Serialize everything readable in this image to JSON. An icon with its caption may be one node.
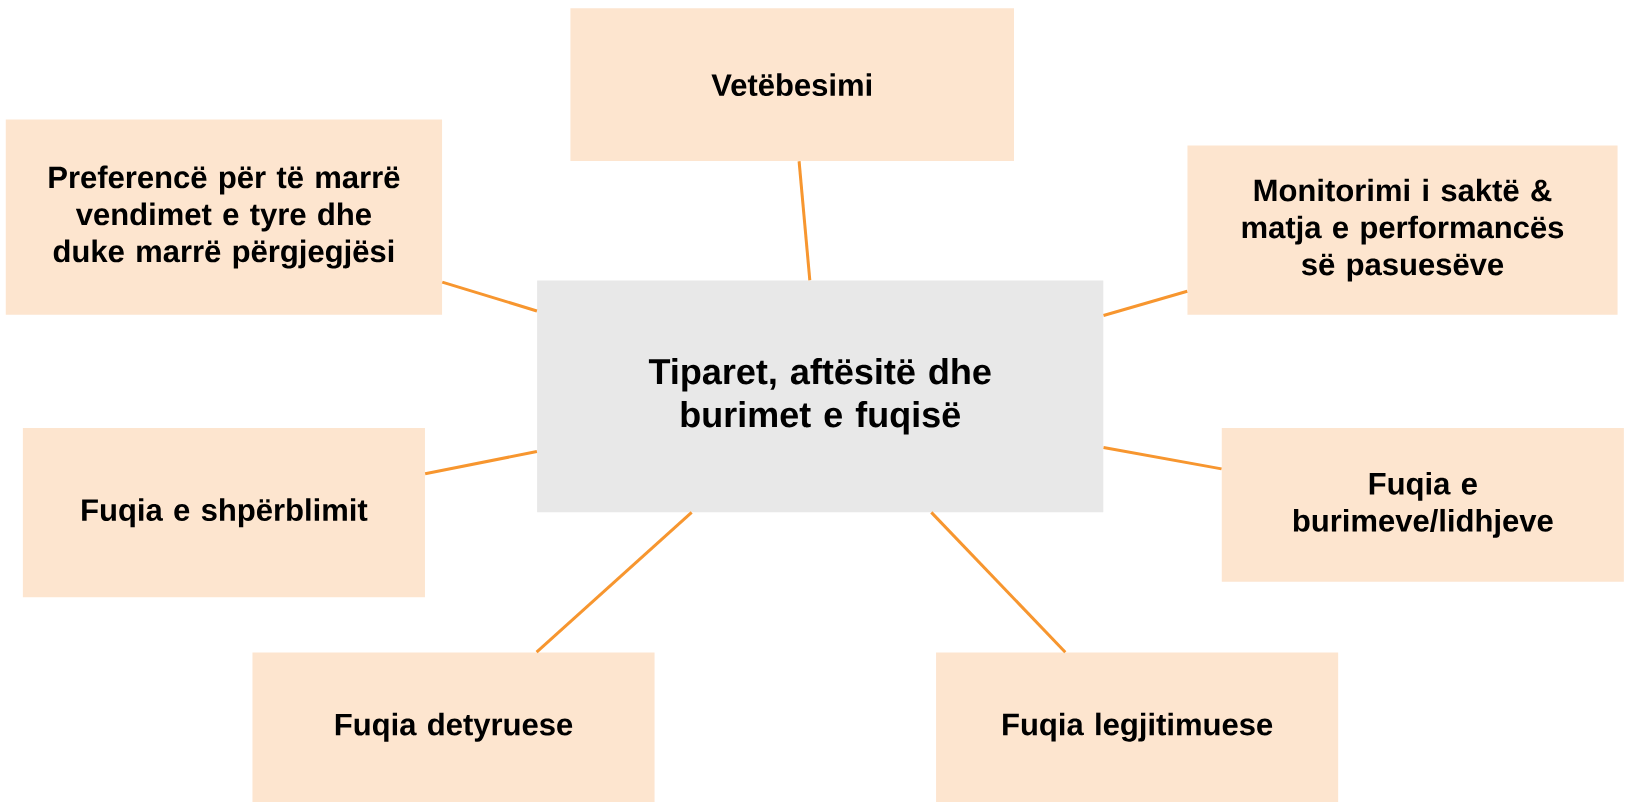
{
  "diagram": {
    "nodes": [
      {
        "text": [
          "Tiparet, aftësitë dhe burimet e fuqisë"
        ]
      },
      {
        "text": [
          "Vetëbesimi"
        ]
      },
      {
        "text": [
          "Preferencë për të marrë vendimet e tyre dhe duke marrë përgjegjësi"
        ]
      },
      {
        "text": [
          "Monitorimi i saktë & matja e performancës së pasuesëve"
        ]
      },
      {
        "text": [
          "Fuqia e shpërblimit"
        ]
      },
      {
        "text": [
          "Fuqia e burimeve/lidhjeve"
        ]
      },
      {
        "text": [
          "Fuqia detyruese"
        ]
      },
      {
        "text": [
          "Fuqia legjitimuese"
        ]
      }
    ],
    "edges": [
      {
        "from": 0,
        "to": 1,
        "arrow": "none"
      },
      {
        "from": 0,
        "to": 2,
        "arrow": "none"
      },
      {
        "from": 0,
        "to": 3,
        "arrow": "none"
      },
      {
        "from": 0,
        "to": 4,
        "arrow": "none"
      },
      {
        "from": 0,
        "to": 5,
        "arrow": "none"
      },
      {
        "from": 0,
        "to": 6,
        "arrow": "none"
      },
      {
        "from": 0,
        "to": 7,
        "arrow": "none"
      }
    ]
  }
}
